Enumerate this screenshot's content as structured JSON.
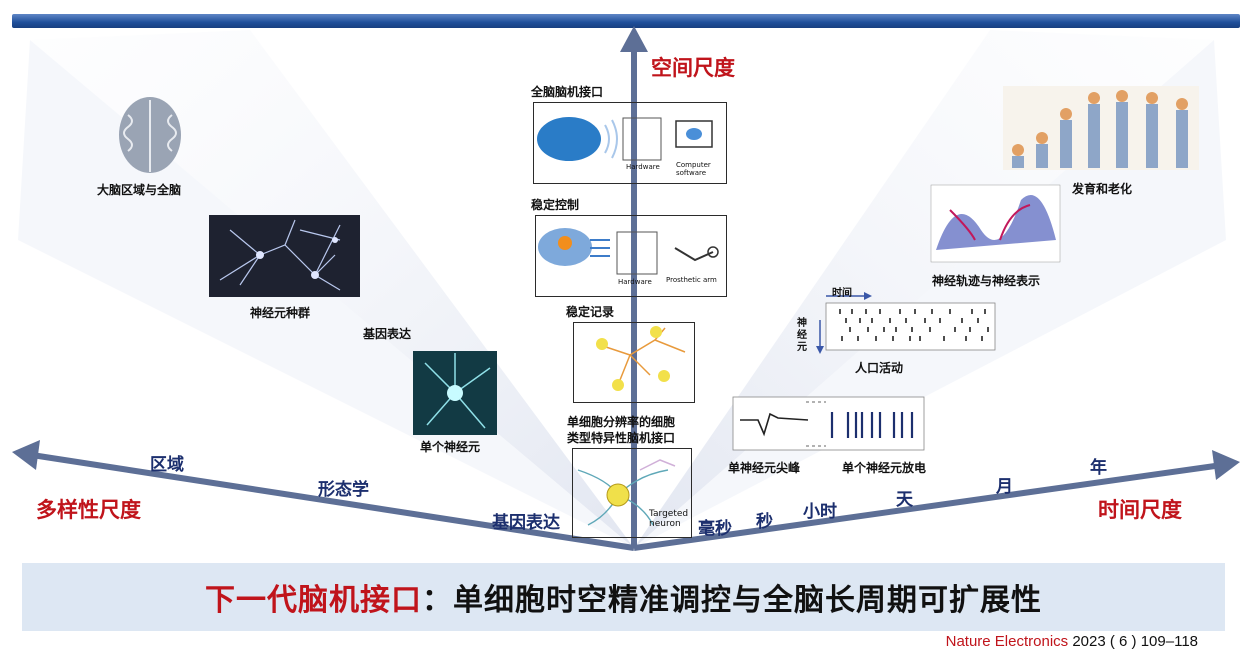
{
  "axes": {
    "spatial": "空间尺度",
    "diversity": "多样性尺度",
    "temporal": "时间尺度"
  },
  "spatial_panels": {
    "whole_brain_bci": "全脑脑机接口",
    "stable_control": "稳定控制",
    "stable_recording": "稳定记录",
    "single_cell_bci": "单细胞分辨率的细胞\n类型特异性脑机接口",
    "hardware": "Hardware",
    "computer_software": "Computer\nsoftware",
    "prosthetic_arm": "Prosthetic arm",
    "targeted_neuron": "Targeted\nneuron"
  },
  "diversity_labels": {
    "brain_regions": "大脑区域与全脑",
    "neuron_population": "神经元种群",
    "gene_expression_top": "基因表达",
    "single_neuron": "单个神经元",
    "tick_region": "区域",
    "tick_morphology": "形态学",
    "tick_gene_expression": "基因表达"
  },
  "temporal_labels": {
    "development_aging": "发育和老化",
    "neural_trajectory": "神经轨迹与神经表示",
    "time": "时间",
    "neuron": "神\n经\n元",
    "population_activity": "人口活动",
    "single_spike": "单神经元尖峰",
    "single_firing": "单个神经元放电",
    "ticks": [
      "毫秒",
      "秒",
      "小时",
      "天",
      "月",
      "年"
    ]
  },
  "banner": {
    "red_part": "下一代脑机接口",
    "black_part": "：单细胞时空精准调控与全脑长周期可扩展性"
  },
  "citation": {
    "journal": "Nature Electronics",
    "ref": "2023 ( 6 ) 109–118"
  },
  "colors": {
    "axis": "#5d6f96",
    "red": "#c0141b",
    "navy": "#1c2f6e",
    "banner_bg": "#dde7f3"
  }
}
